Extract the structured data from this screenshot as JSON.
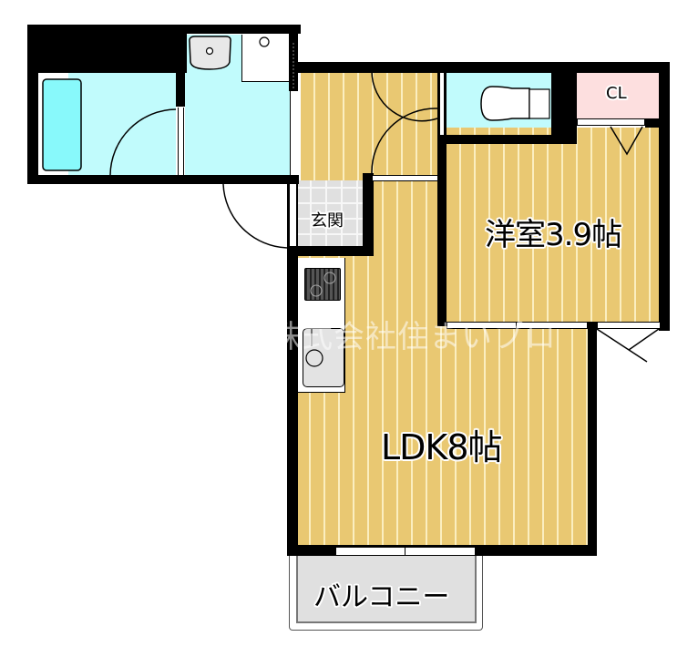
{
  "floorplan": {
    "rooms": {
      "bathroom": {
        "label": "",
        "type": "bath"
      },
      "washroom": {
        "label": "",
        "type": "washroom"
      },
      "toilet": {
        "label": "",
        "type": "toilet"
      },
      "closet": {
        "label": "CL"
      },
      "entrance": {
        "label": "玄関"
      },
      "western_room": {
        "label": "洋室3.9帖"
      },
      "ldk": {
        "label": "LDK8帖"
      },
      "balcony": {
        "label": "バルコニー"
      }
    },
    "watermark": "株式会社住まいプロ",
    "colors": {
      "wall": "#000000",
      "wood_floor": "#e9c872",
      "wood_stripe": "#fbeec0",
      "wet_area": "#c1fbfc",
      "bathtub": "#88f9fb",
      "tile": "#e0e0e0",
      "closet": "#fddfdf",
      "balcony": "#e0e0e0"
    }
  }
}
